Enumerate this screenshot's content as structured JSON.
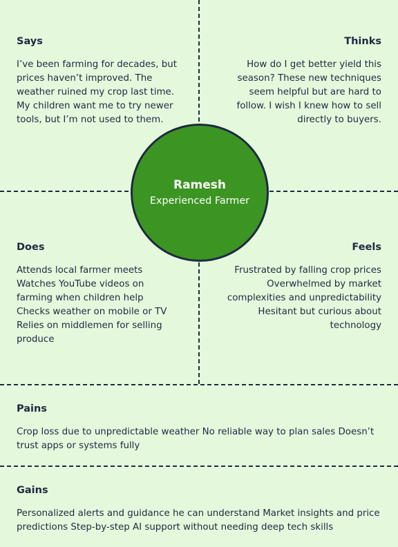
{
  "persona": {
    "name": "Ramesh",
    "role": "Experienced Farmer"
  },
  "says": {
    "heading": "Says",
    "text": "I’ve been farming for decades, but prices haven’t improved. The weather ruined my crop last time. My children want me to try newer tools, but I’m not used to them."
  },
  "thinks": {
    "heading": "Thinks",
    "text": "How do I get better yield this season? These new techniques seem helpful but are hard to follow. I wish I knew how to sell directly to buyers."
  },
  "does": {
    "heading": "Does",
    "items": [
      "Attends local farmer meets",
      "Watches YouTube videos on farming when children help",
      "Checks weather on mobile or TV",
      "Relies on middlemen for selling produce"
    ]
  },
  "feels": {
    "heading": "Feels",
    "items": [
      "Frustrated by falling crop prices",
      "Overwhelmed by market complexities and unpredictability",
      "Hesitant but curious about technology"
    ]
  },
  "pains": {
    "heading": "Pains",
    "text": "Crop loss due to unpredictable weather No reliable way to plan sales Doesn’t trust apps or systems fully"
  },
  "gains": {
    "heading": "Gains",
    "text": "Personalized alerts and guidance he can understand Market insights and price predictions Step-by-step AI support without needing deep tech skills"
  },
  "colors": {
    "background": "#e4f9dc",
    "circle": "#3c9523",
    "ink": "#1d2940"
  }
}
